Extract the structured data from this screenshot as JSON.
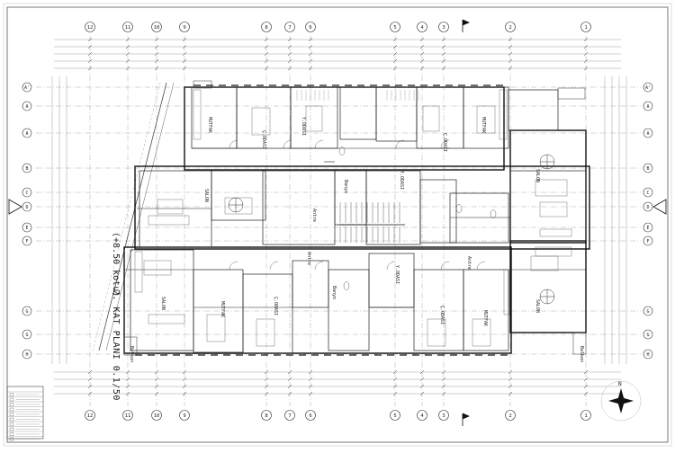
{
  "drawing": {
    "title": "2. KAT PLANI 0.1/50",
    "elevation": "(+8.50 kotu)",
    "grid_numbers": [
      "12",
      "11",
      "10",
      "9",
      "8",
      "7",
      "6",
      "5",
      "4",
      "3",
      "2",
      "1"
    ],
    "grid_letters": [
      "A'",
      "A",
      "B",
      "C",
      "D",
      "E",
      "F",
      "G",
      "H"
    ],
    "side_letters_right": [
      "A'",
      "A",
      "B",
      "C",
      "D",
      "E",
      "F",
      "G",
      "H"
    ],
    "room_labels": [
      {
        "id": "mutfak-1",
        "text": "MUTFAK"
      },
      {
        "id": "cocuk-1",
        "text": "Ç.ODASI"
      },
      {
        "id": "yodasi-1",
        "text": "Y.ODASI"
      },
      {
        "id": "cocuk-2",
        "text": "Ç.ODASI"
      },
      {
        "id": "mutfak-2",
        "text": "MUTFAK"
      },
      {
        "id": "salon-1",
        "text": "SALON"
      },
      {
        "id": "salon-2",
        "text": "SALON"
      },
      {
        "id": "banyo-1",
        "text": "Banyo"
      },
      {
        "id": "antre-1",
        "text": "Antre"
      },
      {
        "id": "yodasi-2",
        "text": "Y.ODASI"
      },
      {
        "id": "salon-3",
        "text": "SALON"
      },
      {
        "id": "mutfak-3",
        "text": "MUTFAK"
      },
      {
        "id": "cocuk-3",
        "text": "Ç.ODASI"
      },
      {
        "id": "antre-2",
        "text": "Antre"
      },
      {
        "id": "banyo-2",
        "text": "Banyo"
      },
      {
        "id": "yodasi-3",
        "text": "Y.ODASI"
      },
      {
        "id": "cocuk-4",
        "text": "Ç.ODASI"
      },
      {
        "id": "mutfak-4",
        "text": "MUTFAK"
      },
      {
        "id": "salon-4",
        "text": "SALON"
      },
      {
        "id": "balkon-1",
        "text": "Balkon"
      },
      {
        "id": "balkon-2",
        "text": "Balkon"
      },
      {
        "id": "antre-3",
        "text": "Antre"
      }
    ],
    "north_label": "N"
  }
}
